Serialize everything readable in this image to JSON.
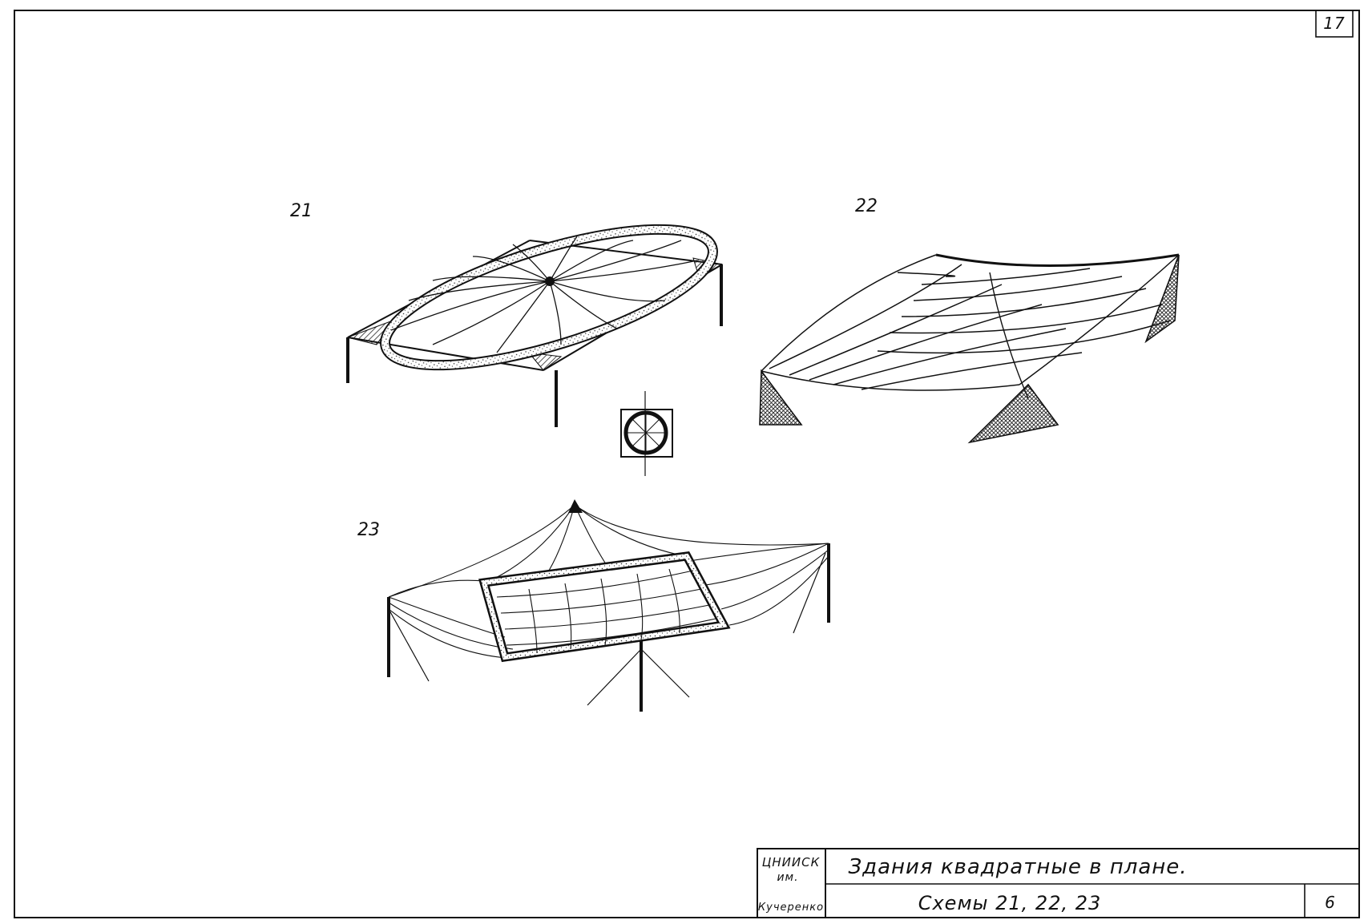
{
  "sheet": {
    "page_number": "17",
    "schemes": [
      {
        "label": "21"
      },
      {
        "label": "22"
      },
      {
        "label": "23"
      }
    ],
    "title_block": {
      "org_line1": "ЦНИИСК",
      "org_line2": "им.",
      "org_line3": "Кучеренко",
      "title": "Здания квадратные в плане.",
      "subtitle": "Схемы  21, 22, 23",
      "sheet_no": "6"
    }
  }
}
